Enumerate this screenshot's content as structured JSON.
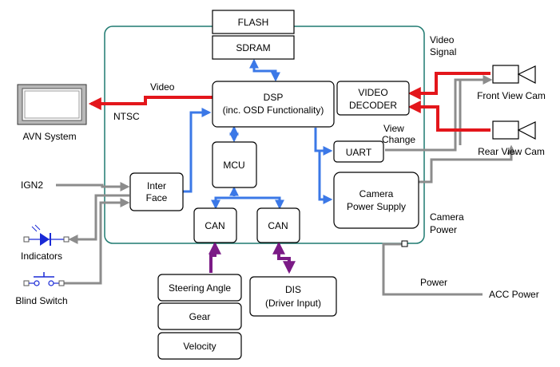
{
  "blocks": {
    "flash": "FLASH",
    "sdram": "SDRAM",
    "dsp_line1": "DSP",
    "dsp_line2": "(inc. OSD Functionality)",
    "video_decoder_line1": "VIDEO",
    "video_decoder_line2": "DECODER",
    "mcu": "MCU",
    "uart": "UART",
    "interface_line1": "Inter",
    "interface_line2": "Face",
    "camera_psu_line1": "Camera",
    "camera_psu_line2": "Power Supply",
    "can_left": "CAN",
    "can_right": "CAN",
    "steering_angle": "Steering Angle",
    "gear": "Gear",
    "velocity": "Velocity",
    "dis_line1": "DIS",
    "dis_line2": "(Driver Input)"
  },
  "labels": {
    "video": "Video",
    "ntsc": "NTSC",
    "avn_system": "AVN System",
    "video_signal_line1": "Video",
    "video_signal_line2": "Signal",
    "front_view_cam": "Front View Cam",
    "rear_view_cam": "Rear View Cam",
    "view_change_line1": "View",
    "view_change_line2": "Change",
    "ign2": "IGN2",
    "indicators": "Indicators",
    "blind_switch": "Blind Switch",
    "camera_power_line1": "Camera",
    "camera_power_line2": "Power",
    "power": "Power",
    "acc_power": "ACC Power"
  },
  "colors": {
    "board_outline": "#1f7a70",
    "video_signal": "#e3161b",
    "data_bus": "#3b78e7",
    "can_bus": "#7b1a86",
    "power_line": "#8c8c8c",
    "indicator_led": "#1a2ad6"
  }
}
